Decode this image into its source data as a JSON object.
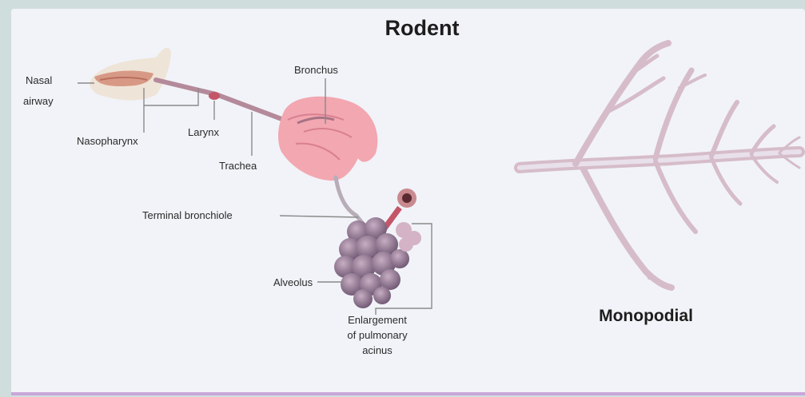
{
  "title": "Rodent",
  "subtitle": "Monopodial",
  "labels": {
    "nasal_line1": "Nasal",
    "nasal_line2": "airway",
    "nasopharynx": "Nasopharynx",
    "larynx": "Larynx",
    "trachea": "Trachea",
    "bronchus": "Bronchus",
    "terminal_bronchiole": "Terminal bronchiole",
    "alveolus": "Alveolus",
    "acinus_line1": "Enlargement",
    "acinus_line2": "of pulmonary",
    "acinus_line3": "acinus"
  },
  "colors": {
    "lung": "#f2a7b1",
    "airway": "#b48a9a",
    "branch": "#d9bfcb",
    "alveoli": "#7a5f78"
  }
}
